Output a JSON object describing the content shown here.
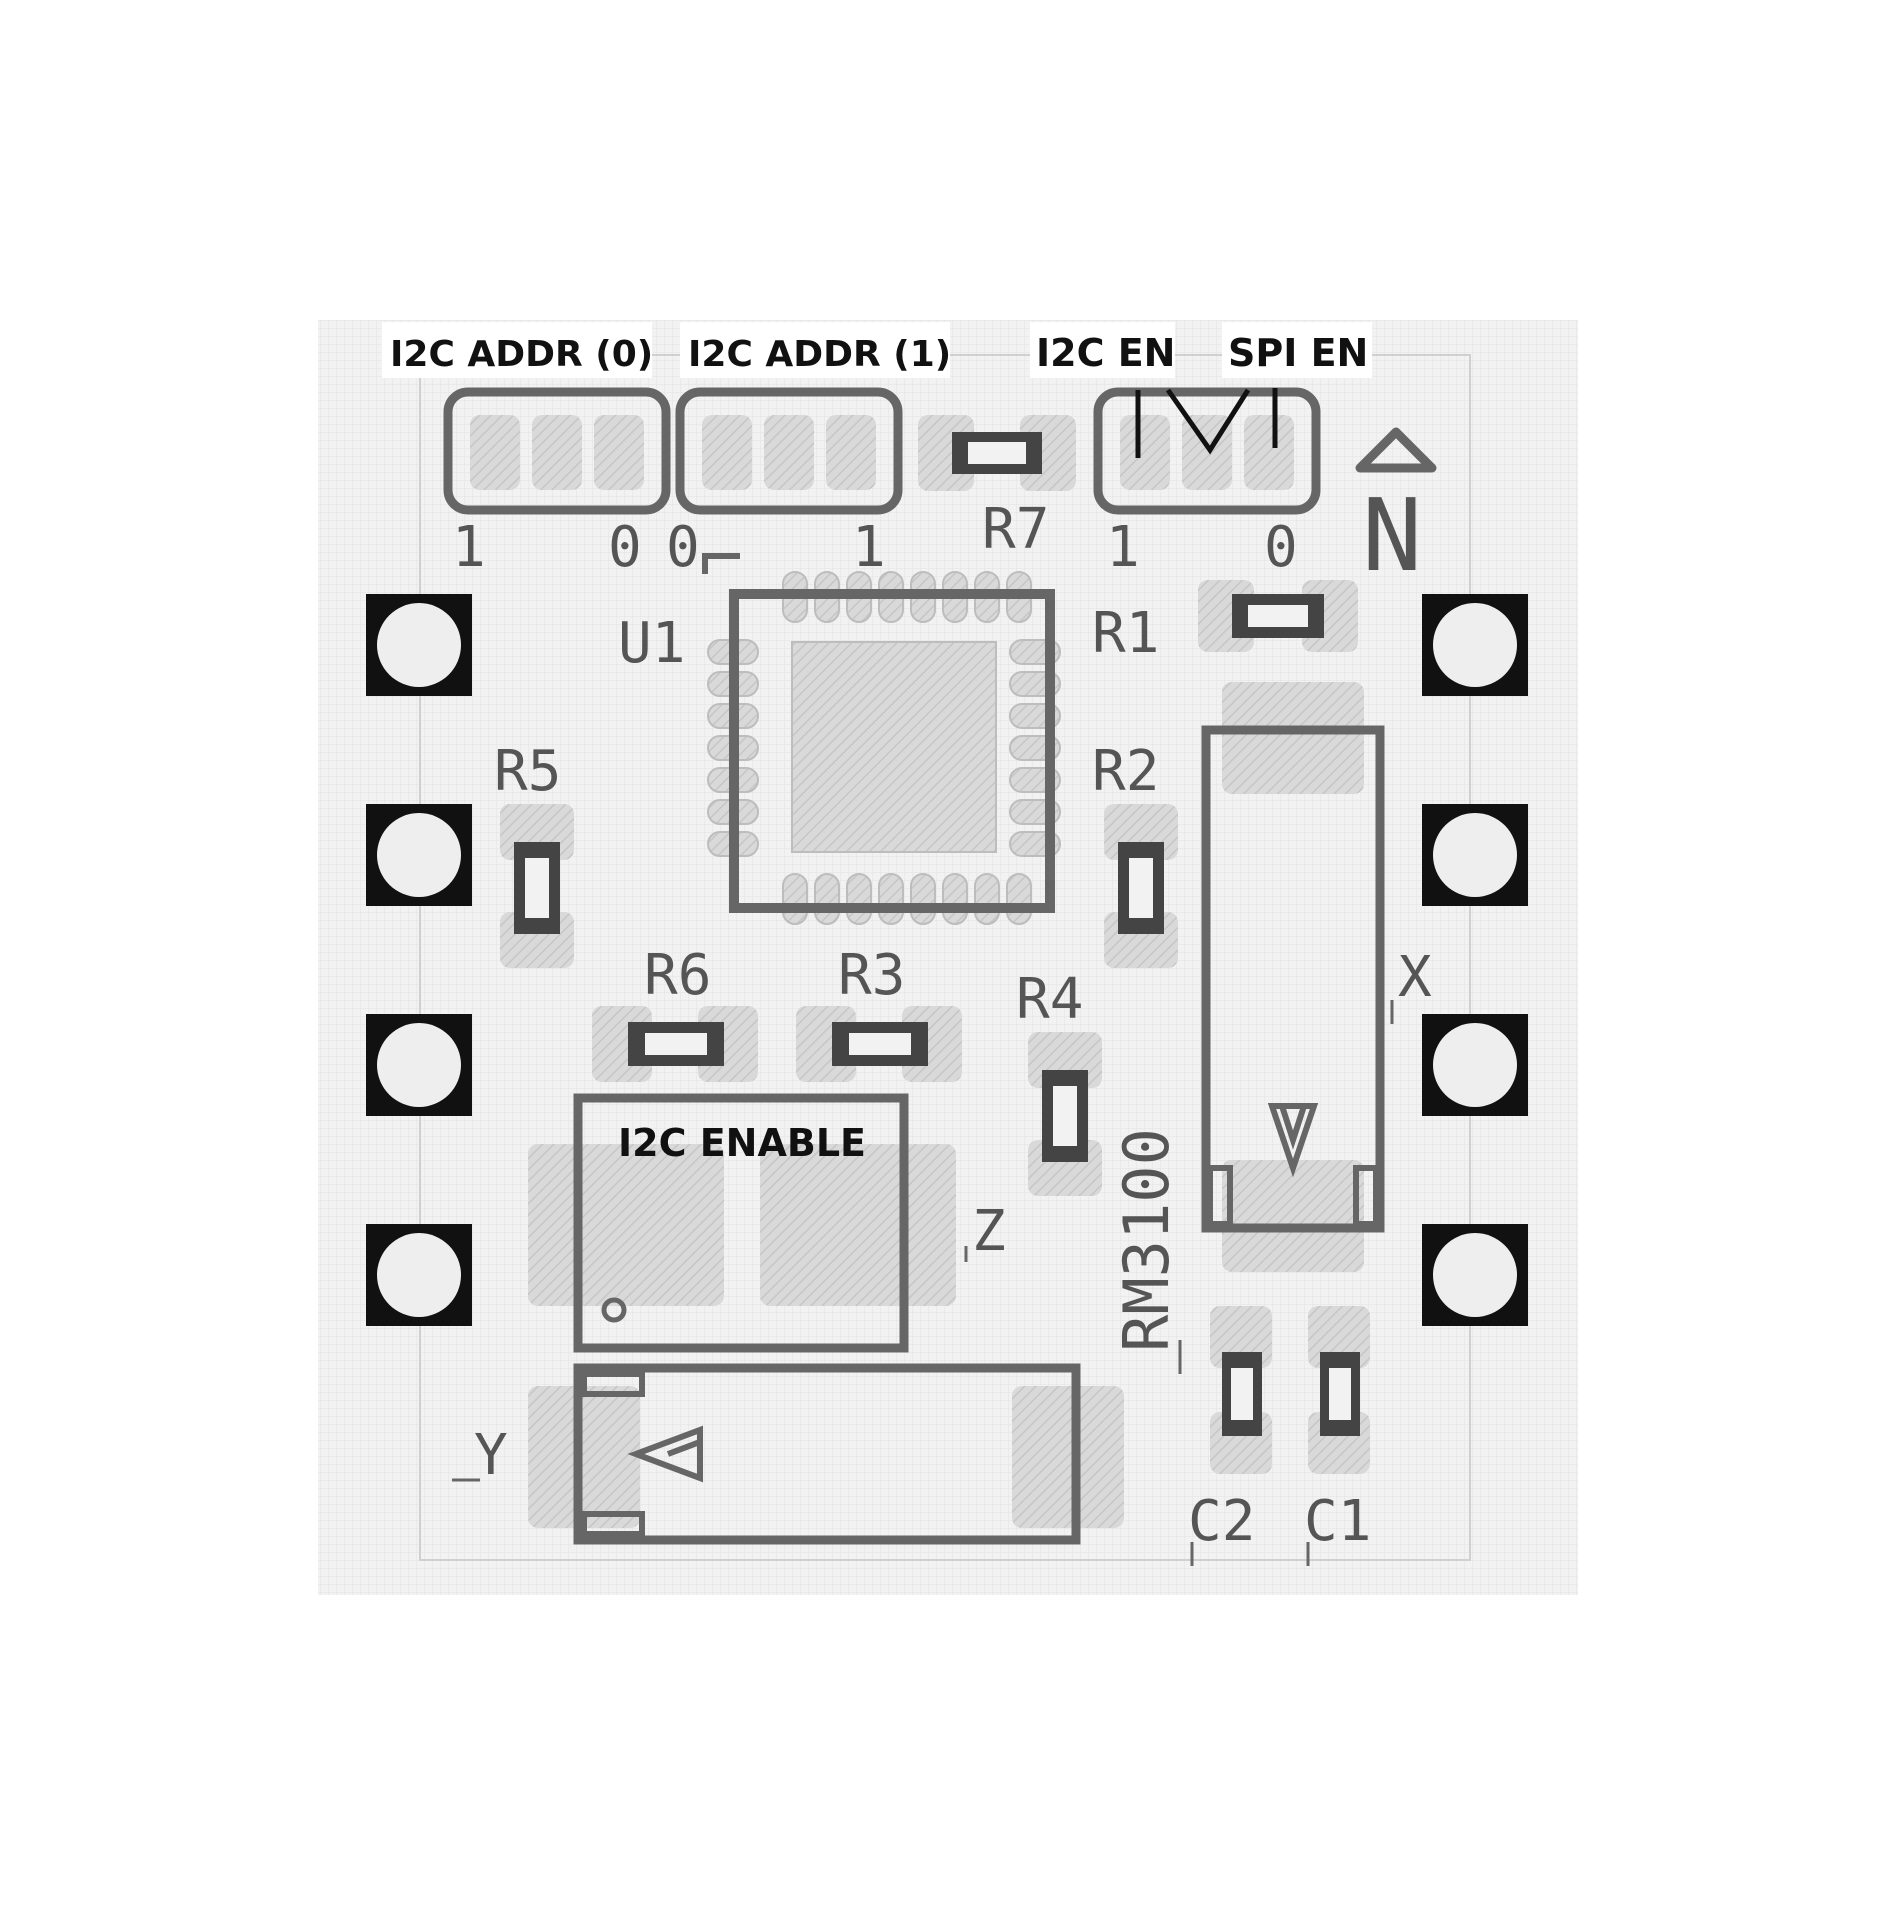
{
  "header_labels": {
    "i2c_addr0": "I2C ADDR (0)",
    "i2c_addr1": "I2C ADDR (1)",
    "i2c_en": "I2C EN",
    "spi_en": "SPI EN",
    "i2c_enable": "I2C ENABLE"
  },
  "silkscreen": {
    "addr0_left": "1",
    "addr0_right": "0",
    "addr1_left": "0",
    "addr1_right": "1",
    "en_left": "1",
    "en_right": "0",
    "north": "N",
    "u1": "U1",
    "r1": "R1",
    "r2": "R2",
    "r3": "R3",
    "r4": "R4",
    "r5": "R5",
    "r6": "R6",
    "r7": "R7",
    "c1": "C1",
    "c2": "C2",
    "x": "X",
    "y": "Y",
    "z": "Z",
    "part": "RM3100"
  },
  "colors": {
    "board": "#efefef",
    "silk": "#555555",
    "pad": "#dcdcdc",
    "header_pad": "#111111"
  }
}
